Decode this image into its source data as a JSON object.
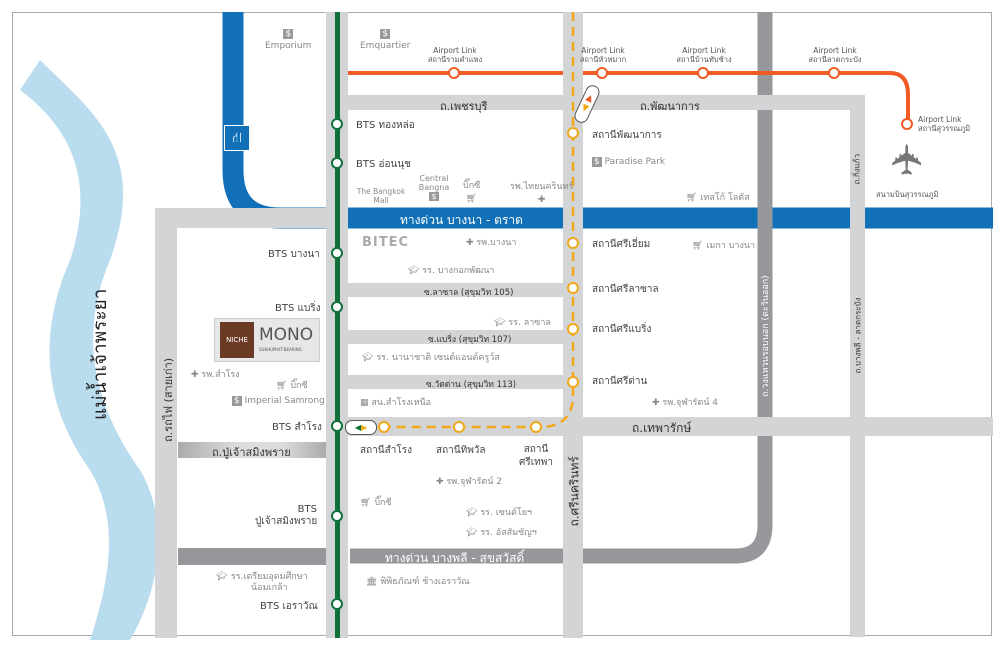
{
  "colors": {
    "bts": "#11703a",
    "yellow_line": "#f2a818",
    "airport_link": "#f05a23",
    "expressway": "#1170b8",
    "road": "#d3d4d6",
    "ring_road": "#96979a",
    "river": "#b9dcef"
  },
  "river": "แม่น้ำเจ้าพระยา",
  "roads": {
    "phetchaburi": "ถ.เพชรบุรี",
    "phatthanakan": "ถ.พัฒนาการ",
    "bangna_trat": "ทางด่วน บางนา - ตราด",
    "soi_105": "ซ.ลาซาล (สุขุมวิท 105)",
    "soi_107": "ซ.แบริ่ง (สุขุมวิท 107)",
    "soi_113": "ซ.วัดด่าน (สุขุมวิท 113)",
    "thepharak": "ถ.เทพารักษ์",
    "pu_chao": "ถ.ปู่เจ้าสมิงพราย",
    "bangphli_suksawat": "ทางด่วน บางพลี - สุขสวัสดิ์",
    "srinakarin": "ถ.ศรีนครินทร์",
    "railway_old": "ถ.รถไฟ (สายเก่า)",
    "ring_east": "ถ.วงแหวนรอบนอก (ตะวันออก)",
    "king_kaeo": "ถ.กิ่งแก้ว",
    "bangphli_latkrabang": "ถ.บางพลี - ลาดกระบัง"
  },
  "bts": [
    "BTS ทองหล่อ",
    "BTS อ่อนนุช",
    "BTS บางนา",
    "BTS แบริ่ง",
    "BTS สำโรง",
    "BTS ปู่เจ้าสมิงพราย",
    "BTS เอราวัณ"
  ],
  "yellow": [
    "สถานีพัฒนาการ",
    "สถานีศรีเอี่ยม",
    "สถานีศรีลาซาล",
    "สถานีศรีแบริ่ง",
    "สถานีศรีด่าน",
    "สถานีสำโรง",
    "สถานีทิพวัล",
    "สถานี ศรีเทพา"
  ],
  "airport": {
    "prefix": "Airport Link",
    "stations": [
      "สถานีรามคำแหง",
      "สถานีหัวหมาก",
      "สถานีบ้านทับช้าง",
      "สถานีลาดกระบัง",
      "สถานีสุวรรณภูมิ"
    ],
    "airport": "สนามบินสุวรรณภูมิ"
  },
  "poi": {
    "emporium": "Emporium",
    "emquartier": "Emquartier",
    "paradise": "Paradise Park",
    "bangkok_mall": "The Bangkok Mall",
    "central": "Central Bangna",
    "bigc1": "บิ๊กซี",
    "thainakarin": "รพ.ไทยนครินทร์",
    "lotus": "เทสโก้ โลตัส",
    "bitec": "BITEC",
    "bangna_hosp": "รพ.บางนา",
    "mega": "เมกา บางนา",
    "bkk_pattana": "รร. บางกอกพัฒนา",
    "lasalle_school": "รร. ลาซาล",
    "st_andrews": "รร. นานาชาติ เซนต์แอนด์ครูว์ส",
    "samrong_hosp": "รพ.สำโรง",
    "bigc2": "บิ๊กซี",
    "imperial": "Imperial Samrong",
    "police": "สน.สำโรงเหนือ",
    "chularat4": "รพ.จุฬารัตน์ 4",
    "chularat2": "รพ.จุฬารัตน์ 2",
    "bigc3": "บิ๊กซี",
    "st_joseph": "รร. เซนต์โยฯ",
    "assumption": "รร. อัสสัมชัญฯ",
    "triam": "รร.เตรียมอุดมศึกษา น้อมเกล้า",
    "erawan_museum": "พิพิธภัณฑ์ ช้างเอราวัณ"
  },
  "logo": {
    "niche": "NICHE",
    "mono": "MONO",
    "sub": "SUKHUMVIT-BEARING"
  }
}
